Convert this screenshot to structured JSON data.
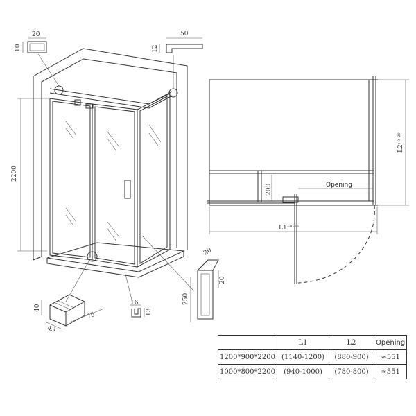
{
  "drawing": {
    "profile_top_left": {
      "width": "20",
      "height": "10"
    },
    "profile_top_right": {
      "width": "50",
      "height": "12"
    },
    "height_dim": "2200",
    "hinge": {
      "height": "40",
      "width": "43",
      "depth": "75"
    },
    "bottom_profile": {
      "width": "16",
      "height": "13"
    },
    "handle": {
      "length": "250",
      "depth": "20",
      "offset": "20"
    },
    "plan": {
      "opening_label": "Opening",
      "fixed_depth": "200",
      "l1_label": "L1",
      "l1_tol": "+0 -60",
      "l2_label": "L2",
      "l2_tol": "+0 -20"
    }
  },
  "table": {
    "headers": [
      "",
      "L1",
      "L2",
      "Opening"
    ],
    "rows": [
      [
        "1200*900*2200",
        "(1140-1200)",
        "(880-900)",
        "≈551"
      ],
      [
        "1000*800*2200",
        "(940-1000)",
        "(780-800)",
        "≈551"
      ]
    ]
  }
}
